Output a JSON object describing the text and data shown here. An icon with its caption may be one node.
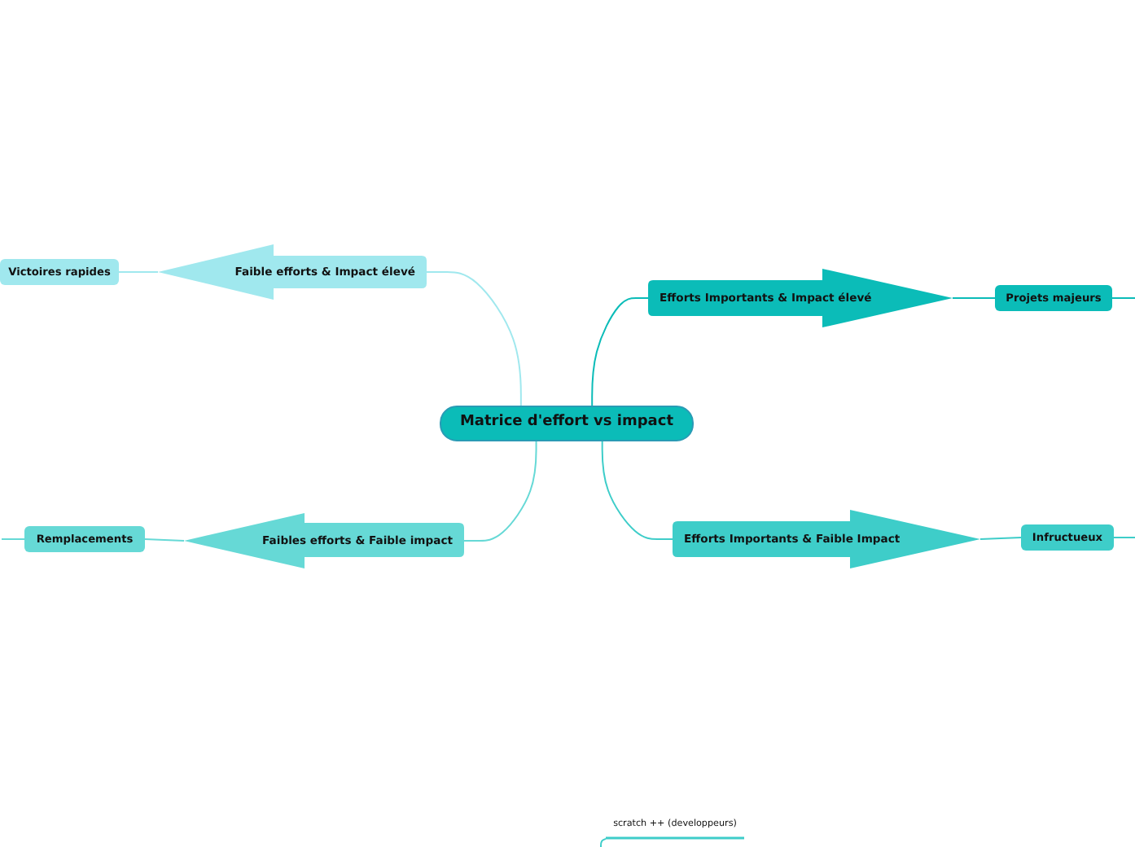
{
  "diagram": {
    "nodes": [
      {
        "text": [
          "Matrice d'effort vs impact"
        ]
      },
      {
        "text": [
          "Faible efforts & Impact élevé"
        ]
      },
      {
        "text": [
          "Victoires rapides"
        ]
      },
      {
        "text": [
          "Efforts Importants & Impact élevé"
        ]
      },
      {
        "text": [
          "Projets majeurs"
        ]
      },
      {
        "text": [
          "Faibles efforts & Faible impact"
        ]
      },
      {
        "text": [
          "Remplacements"
        ]
      },
      {
        "text": [
          "Efforts Importants & Faible Impact"
        ]
      },
      {
        "text": [
          "Infructueux"
        ]
      },
      {
        "text": [
          "scratch ++ (developpeurs)"
        ]
      }
    ],
    "edges": [
      {
        "from": 0,
        "to": 1,
        "arrow": "none",
        "color": "#a0e8ee"
      },
      {
        "from": 1,
        "to": 2,
        "arrow": "none",
        "color": "#a0e8ee"
      },
      {
        "from": 0,
        "to": 3,
        "arrow": "none",
        "color": "#0bbcb8"
      },
      {
        "from": 3,
        "to": 4,
        "arrow": "none",
        "color": "#0bbcb8"
      },
      {
        "from": 4,
        "to": null,
        "arrow": "none",
        "color": "#0bbcb8"
      },
      {
        "from": 0,
        "to": 5,
        "arrow": "none",
        "color": "#66d9d6"
      },
      {
        "from": 5,
        "to": 6,
        "arrow": "none",
        "color": "#66d9d6"
      },
      {
        "from": 6,
        "to": null,
        "arrow": "none",
        "color": "#66d9d6"
      },
      {
        "from": 0,
        "to": 7,
        "arrow": "none",
        "color": "#3ecdc9"
      },
      {
        "from": 7,
        "to": 8,
        "arrow": "none",
        "color": "#3ecdc9"
      },
      {
        "from": 8,
        "to": null,
        "arrow": "none",
        "color": "#3ecdc9"
      },
      {
        "from": null,
        "to": 9,
        "arrow": "none",
        "color": "#3ecdc9"
      }
    ]
  }
}
